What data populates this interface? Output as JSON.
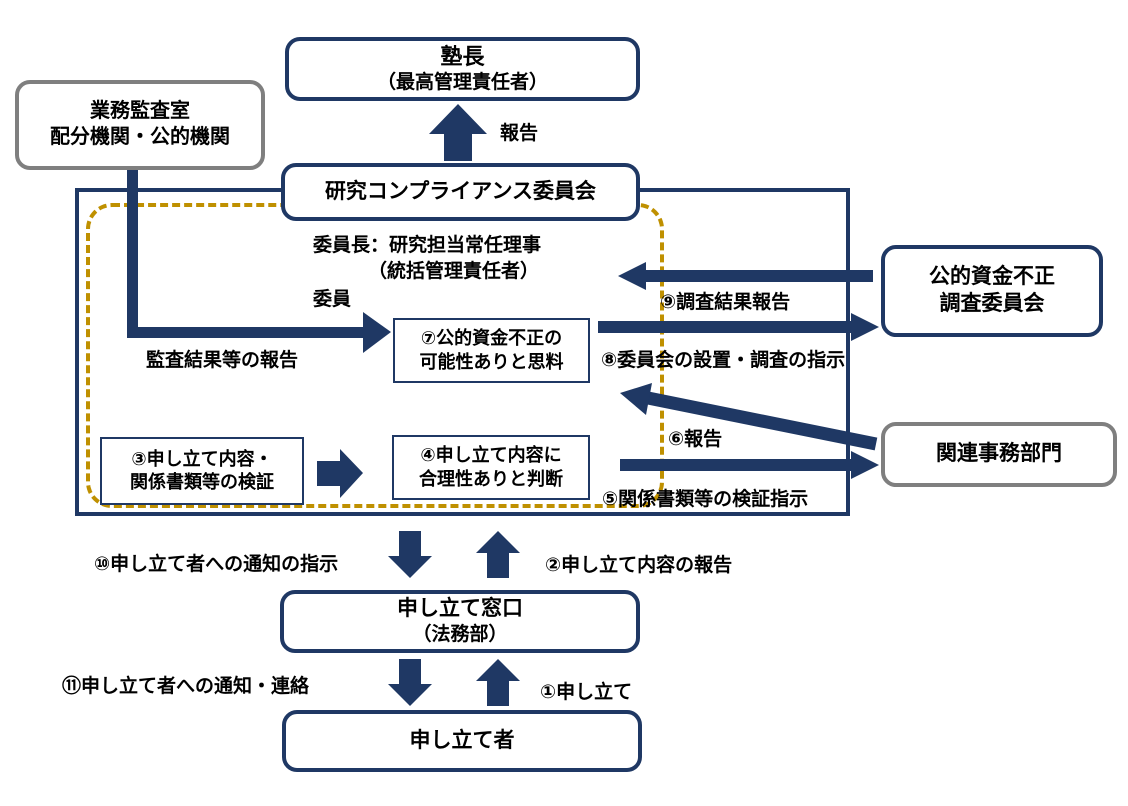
{
  "colors": {
    "navy": "#1f3864",
    "gold": "#bf9000",
    "gray": "#7f7f7f",
    "background": "#ffffff"
  },
  "boxes": {
    "audit_office": {
      "line1": "業務監査室",
      "line2": "配分機関・公的機関"
    },
    "president": {
      "line1": "塾長",
      "line2": "（最高管理責任者）"
    },
    "compliance_committee": {
      "label": "研究コンプライアンス委員会"
    },
    "fraud_committee": {
      "line1": "公的資金不正",
      "line2": "調査委員会"
    },
    "related_departments": {
      "label": "関連事務部門"
    },
    "step7": {
      "line1": "⑦公的資金不正の",
      "line2": "可能性ありと思料"
    },
    "step3": {
      "line1": "③申し立て内容・",
      "line2": "関係書類等の検証"
    },
    "step4": {
      "line1": "④申し立て内容に",
      "line2": "合理性ありと判断"
    },
    "claim_desk": {
      "line1": "申し立て窓口",
      "line2": "（法務部）"
    },
    "claimant": {
      "label": "申し立て者"
    }
  },
  "texts": {
    "chair_line1": "委員長：研究担当常任理事",
    "chair_line2": "（統括管理責任者）",
    "chair_line3": "委員"
  },
  "arrow_labels": {
    "report_to_president": "報告",
    "audit_report": "監査結果等の報告",
    "step1": "①申し立て",
    "step2": "②申し立て内容の報告",
    "step5": "⑤関係書類等の検証指示",
    "step6": "⑥報告",
    "step8": "⑧委員会の設置・調査の指示",
    "step9": "⑨調査結果報告",
    "step10": "⑩申し立て者への通知の指示",
    "step11": "⑪申し立て者への通知・連絡"
  }
}
